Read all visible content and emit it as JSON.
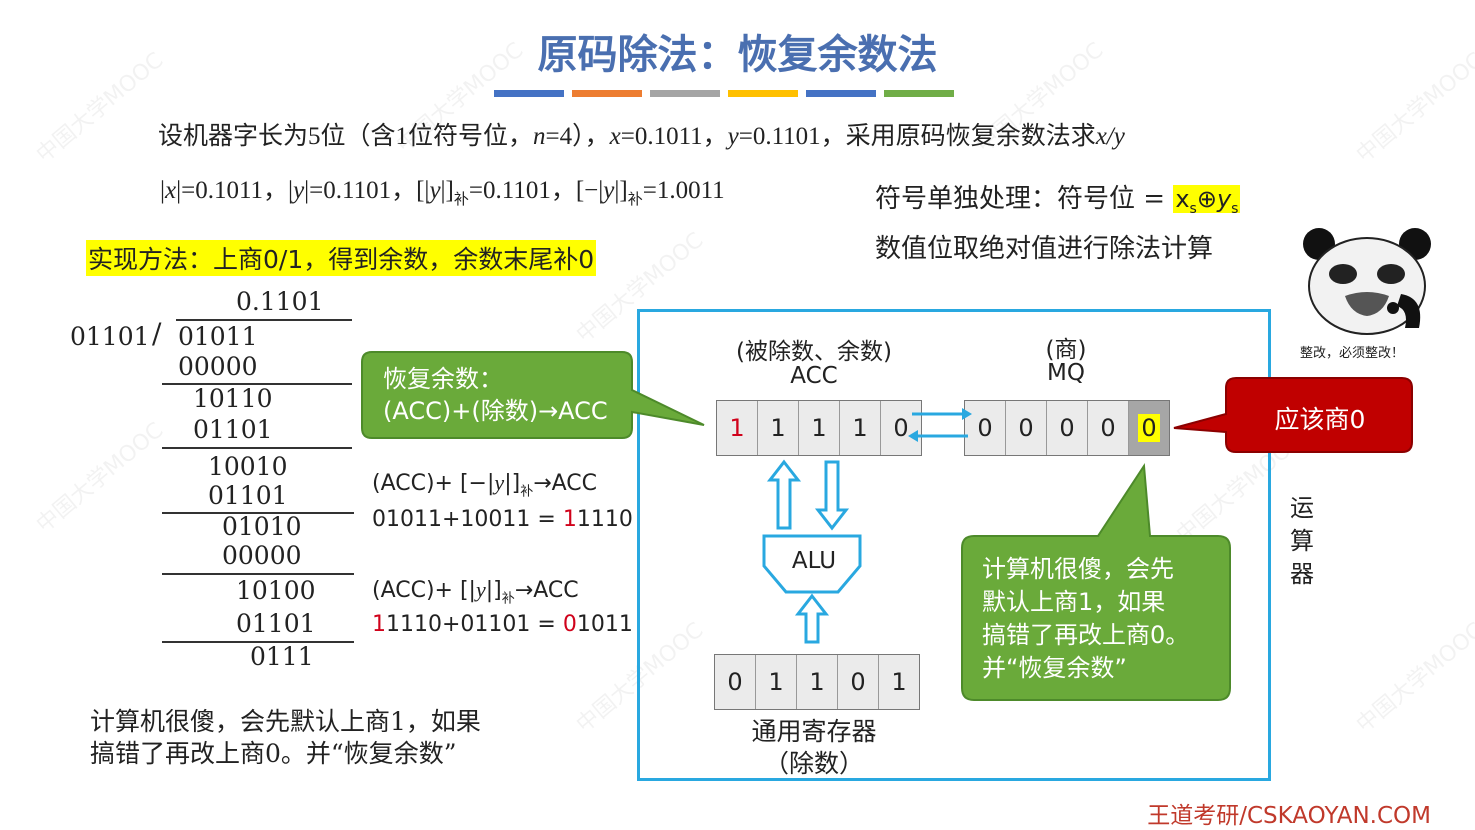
{
  "title": "原码除法：恢复余数法",
  "color_bars": [
    "#4472c4",
    "#ed7d31",
    "#a5a5a5",
    "#ffc000",
    "#4472c4",
    "#70ad47"
  ],
  "problem": {
    "part1": "设机器字长为5位（含1位符号位，",
    "n": "n",
    "part2": "=4），",
    "x": "x",
    "part3": "=0.1011，",
    "y": "y",
    "part4": "=0.1101，采用原码恢复余数法求",
    "xy": "x/y"
  },
  "abs_line": {
    "a1": "|",
    "a2": "x",
    "a3": "|=0.1011，|",
    "a4": "y",
    "a5": "|=0.1101，[|",
    "a6": "y",
    "a7": "|]",
    "a8": "补",
    "a9": "=0.1101，[−|",
    "a10": "y",
    "a11": "|]",
    "a12": "补",
    "a13": "=1.0011"
  },
  "sign_note": {
    "prefix": "符号单独处理：符号位 = ",
    "xs": "x",
    "sub_s1": "s",
    "op": "⊕",
    "ys": "y",
    "sub_s2": "s"
  },
  "value_note": "数值位取绝对值进行除法计算",
  "method": "实现方法：上商0/1，得到余数，余数末尾补0",
  "long_division": {
    "quotient": "0.1101",
    "divisor": "01101",
    "rows": [
      "01011",
      "00000",
      "10110",
      "01101",
      "10010",
      "01101",
      "01010",
      "00000",
      "10100",
      "01101",
      "0111"
    ]
  },
  "steps": {
    "s1_label_a": "(ACC)+ [−|",
    "s1_label_b": "y",
    "s1_label_c": "|]",
    "s1_label_d": "补",
    "s1_label_e": "→ACC",
    "s1_expr_a": "01011+10011 = ",
    "s1_expr_b": "1",
    "s1_expr_c": "1110",
    "s2_label_a": "(ACC)+ [|",
    "s2_label_b": "y",
    "s2_label_c": "|]",
    "s2_label_d": "补",
    "s2_label_e": "→ACC",
    "s2_expr_a": "1",
    "s2_expr_b": "1110+01101 = ",
    "s2_expr_c": "0",
    "s2_expr_d": "1011"
  },
  "note": {
    "line1": "计算机很傻，会先默认上商1，如果",
    "line2": "搞错了再改上商0。并“恢复余数”"
  },
  "callout_restore": {
    "line1": "恢复余数：",
    "line2": "(ACC)+(除数)→ACC"
  },
  "callout_should": "应该商0",
  "callout_dumb": {
    "line1": "计算机很傻，会先",
    "line2": "默认上商1，如果",
    "line3": "搞错了再改上商0。",
    "line4": "并“恢复余数”"
  },
  "acc": {
    "label1": "(被除数、余数)",
    "label2": "ACC",
    "bits": [
      "1",
      "1",
      "1",
      "1",
      "0"
    ]
  },
  "mq": {
    "label1": "(商)",
    "label2": "MQ",
    "bits": [
      "0",
      "0",
      "0",
      "0",
      "0"
    ]
  },
  "alu_label": "ALU",
  "gpr": {
    "bits": [
      "0",
      "1",
      "1",
      "0",
      "1"
    ],
    "label1": "通用寄存器",
    "label2": "（除数）"
  },
  "unit_label": "运算器",
  "meme_caption": "整改，必须整改！",
  "footer": "王道考研/CSKAOYAN.COM",
  "watermark": "中国大学MOOC",
  "colors": {
    "title": "#4a6fb0",
    "highlight": "#ffff00",
    "green_callout": "#6aaa3a",
    "red_callout": "#c00000",
    "frame": "#29a8e0",
    "red_text": "#d0021b"
  }
}
